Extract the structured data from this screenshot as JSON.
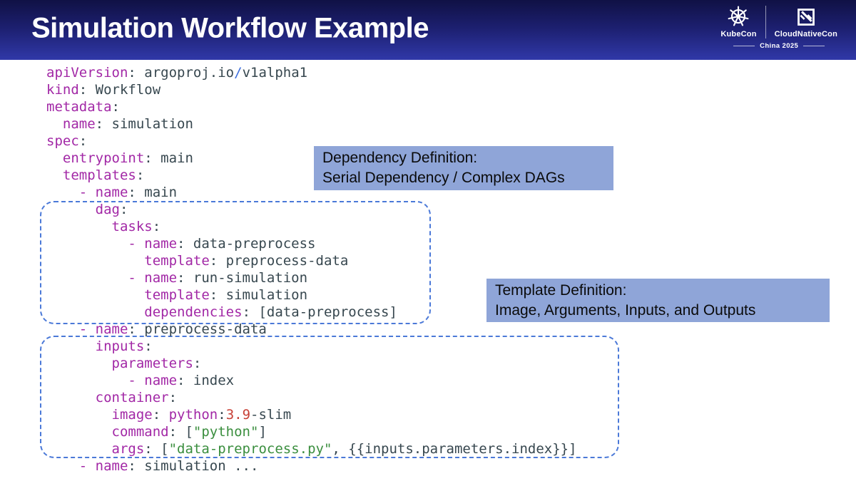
{
  "slide": {
    "title": "Simulation Workflow Example"
  },
  "header_logos": {
    "kubecon_label": "KubeCon",
    "cloudnativecon_label": "CloudNativeCon",
    "event_location": "China 2025"
  },
  "callouts": [
    {
      "title": "Dependency Definition:",
      "subtitle": "Serial Dependency / Complex DAGs"
    },
    {
      "title": "Template Definition:",
      "subtitle": "Image, Arguments, Inputs, and Outputs"
    }
  ],
  "colors": {
    "header_gradient_top": "#101145",
    "header_gradient_bottom": "#3038a8",
    "callout_bg": "#8fa5d8",
    "outline_dash": "#4b79d8",
    "code_key": "#a228a6",
    "code_plain": "#37474f",
    "code_string": "#3a8e3e",
    "code_number": "#c74036",
    "code_operator": "#3e6fdd"
  },
  "code": {
    "lines": [
      [
        {
          "t": "apiVersion",
          "c": "k"
        },
        {
          "t": ": ",
          "c": "p"
        },
        {
          "t": "argoproj.io",
          "c": "p"
        },
        {
          "t": "/",
          "c": "o"
        },
        {
          "t": "v1alpha1",
          "c": "p"
        }
      ],
      [
        {
          "t": "kind",
          "c": "k"
        },
        {
          "t": ": Workflow",
          "c": "p"
        }
      ],
      [
        {
          "t": "metadata",
          "c": "k"
        },
        {
          "t": ":",
          "c": "p"
        }
      ],
      [
        {
          "t": "  ",
          "c": "p"
        },
        {
          "t": "name",
          "c": "k"
        },
        {
          "t": ": simulation",
          "c": "p"
        }
      ],
      [
        {
          "t": "spec",
          "c": "k"
        },
        {
          "t": ":",
          "c": "p"
        }
      ],
      [
        {
          "t": "  ",
          "c": "p"
        },
        {
          "t": "entrypoint",
          "c": "k"
        },
        {
          "t": ": main",
          "c": "p"
        }
      ],
      [
        {
          "t": "  ",
          "c": "p"
        },
        {
          "t": "templates",
          "c": "k"
        },
        {
          "t": ":",
          "c": "p"
        }
      ],
      [
        {
          "t": "    ",
          "c": "p"
        },
        {
          "t": "- name",
          "c": "k"
        },
        {
          "t": ": main",
          "c": "p"
        }
      ],
      [
        {
          "t": "      ",
          "c": "p"
        },
        {
          "t": "dag",
          "c": "k"
        },
        {
          "t": ":",
          "c": "p"
        }
      ],
      [
        {
          "t": "        ",
          "c": "p"
        },
        {
          "t": "tasks",
          "c": "k"
        },
        {
          "t": ":",
          "c": "p"
        }
      ],
      [
        {
          "t": "          ",
          "c": "p"
        },
        {
          "t": "- name",
          "c": "k"
        },
        {
          "t": ": data-preprocess",
          "c": "p"
        }
      ],
      [
        {
          "t": "            ",
          "c": "p"
        },
        {
          "t": "template",
          "c": "k"
        },
        {
          "t": ": preprocess-data",
          "c": "p"
        }
      ],
      [
        {
          "t": "          ",
          "c": "p"
        },
        {
          "t": "- name",
          "c": "k"
        },
        {
          "t": ": run-simulation",
          "c": "p"
        }
      ],
      [
        {
          "t": "            ",
          "c": "p"
        },
        {
          "t": "template",
          "c": "k"
        },
        {
          "t": ": simulation",
          "c": "p"
        }
      ],
      [
        {
          "t": "            ",
          "c": "p"
        },
        {
          "t": "dependencies",
          "c": "k"
        },
        {
          "t": ": [data-preprocess]",
          "c": "p"
        }
      ],
      [
        {
          "t": "    ",
          "c": "p"
        },
        {
          "t": "- name",
          "c": "k"
        },
        {
          "t": ": preprocess-data",
          "c": "p"
        }
      ],
      [
        {
          "t": "      ",
          "c": "p"
        },
        {
          "t": "inputs",
          "c": "k"
        },
        {
          "t": ":",
          "c": "p"
        }
      ],
      [
        {
          "t": "        ",
          "c": "p"
        },
        {
          "t": "parameters",
          "c": "k"
        },
        {
          "t": ":",
          "c": "p"
        }
      ],
      [
        {
          "t": "          ",
          "c": "p"
        },
        {
          "t": "- name",
          "c": "k"
        },
        {
          "t": ": index",
          "c": "p"
        }
      ],
      [
        {
          "t": "      ",
          "c": "p"
        },
        {
          "t": "container",
          "c": "k"
        },
        {
          "t": ":",
          "c": "p"
        }
      ],
      [
        {
          "t": "        ",
          "c": "p"
        },
        {
          "t": "image",
          "c": "k"
        },
        {
          "t": ": ",
          "c": "p"
        },
        {
          "t": "python",
          "c": "k"
        },
        {
          "t": ":",
          "c": "p"
        },
        {
          "t": "3.9",
          "c": "n"
        },
        {
          "t": "-slim",
          "c": "p"
        }
      ],
      [
        {
          "t": "        ",
          "c": "p"
        },
        {
          "t": "command",
          "c": "k"
        },
        {
          "t": ": [",
          "c": "p"
        },
        {
          "t": "\"python\"",
          "c": "s"
        },
        {
          "t": "]",
          "c": "p"
        }
      ],
      [
        {
          "t": "        ",
          "c": "p"
        },
        {
          "t": "args",
          "c": "k"
        },
        {
          "t": ": [",
          "c": "p"
        },
        {
          "t": "\"data-preprocess.py\"",
          "c": "s"
        },
        {
          "t": ", {{inputs.parameters.index}}]",
          "c": "p"
        }
      ],
      [
        {
          "t": "    ",
          "c": "p"
        },
        {
          "t": "- name",
          "c": "k"
        },
        {
          "t": ": simulation ...",
          "c": "p"
        }
      ]
    ]
  }
}
